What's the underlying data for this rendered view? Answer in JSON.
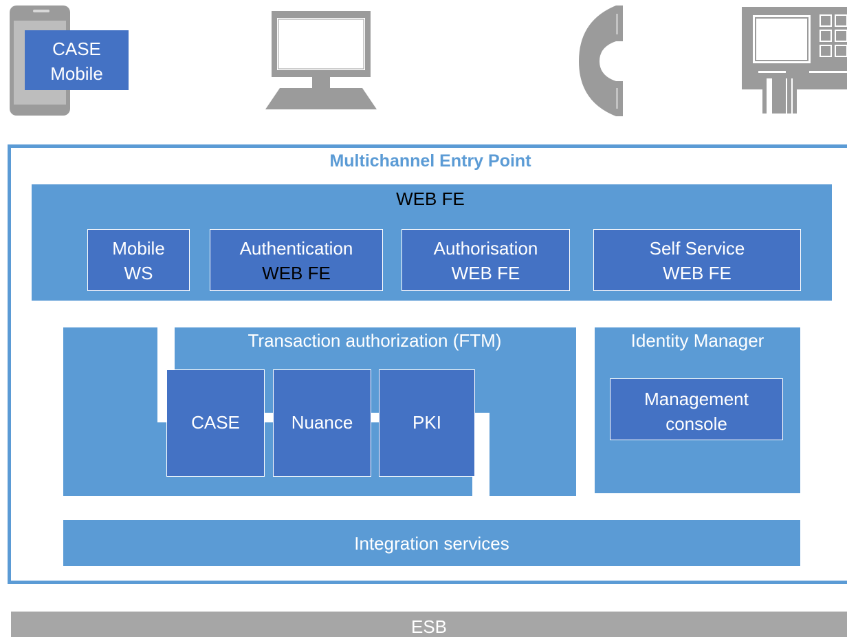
{
  "devices": {
    "mobile_card_line1": "CASE",
    "mobile_card_line2": "Mobile"
  },
  "entry_point": {
    "title": "Multichannel Entry Point",
    "web_fe": {
      "title": "WEB FE",
      "modules": [
        {
          "line1": "Mobile",
          "line2": "WS"
        },
        {
          "line1": "Authentication",
          "line2": "WEB FE"
        },
        {
          "line1": "Authorisation",
          "line2": "WEB FE"
        },
        {
          "line1": "Self Service",
          "line2": "WEB FE"
        }
      ]
    },
    "ftm": {
      "title": "Transaction authorization (FTM)",
      "modules": [
        "CASE",
        "Nuance",
        "PKI"
      ]
    },
    "identity_manager": {
      "title": "Identity Manager",
      "console_line1": "Management",
      "console_line2": "console"
    },
    "integration": "Integration services"
  },
  "esb": "ESB",
  "colors": {
    "frame": "#5B9BD5",
    "light_block": "#5B9BD5",
    "dark_block": "#4472C4",
    "device_gray": "#9B9B9B",
    "esb_gray": "#A6A6A6"
  }
}
